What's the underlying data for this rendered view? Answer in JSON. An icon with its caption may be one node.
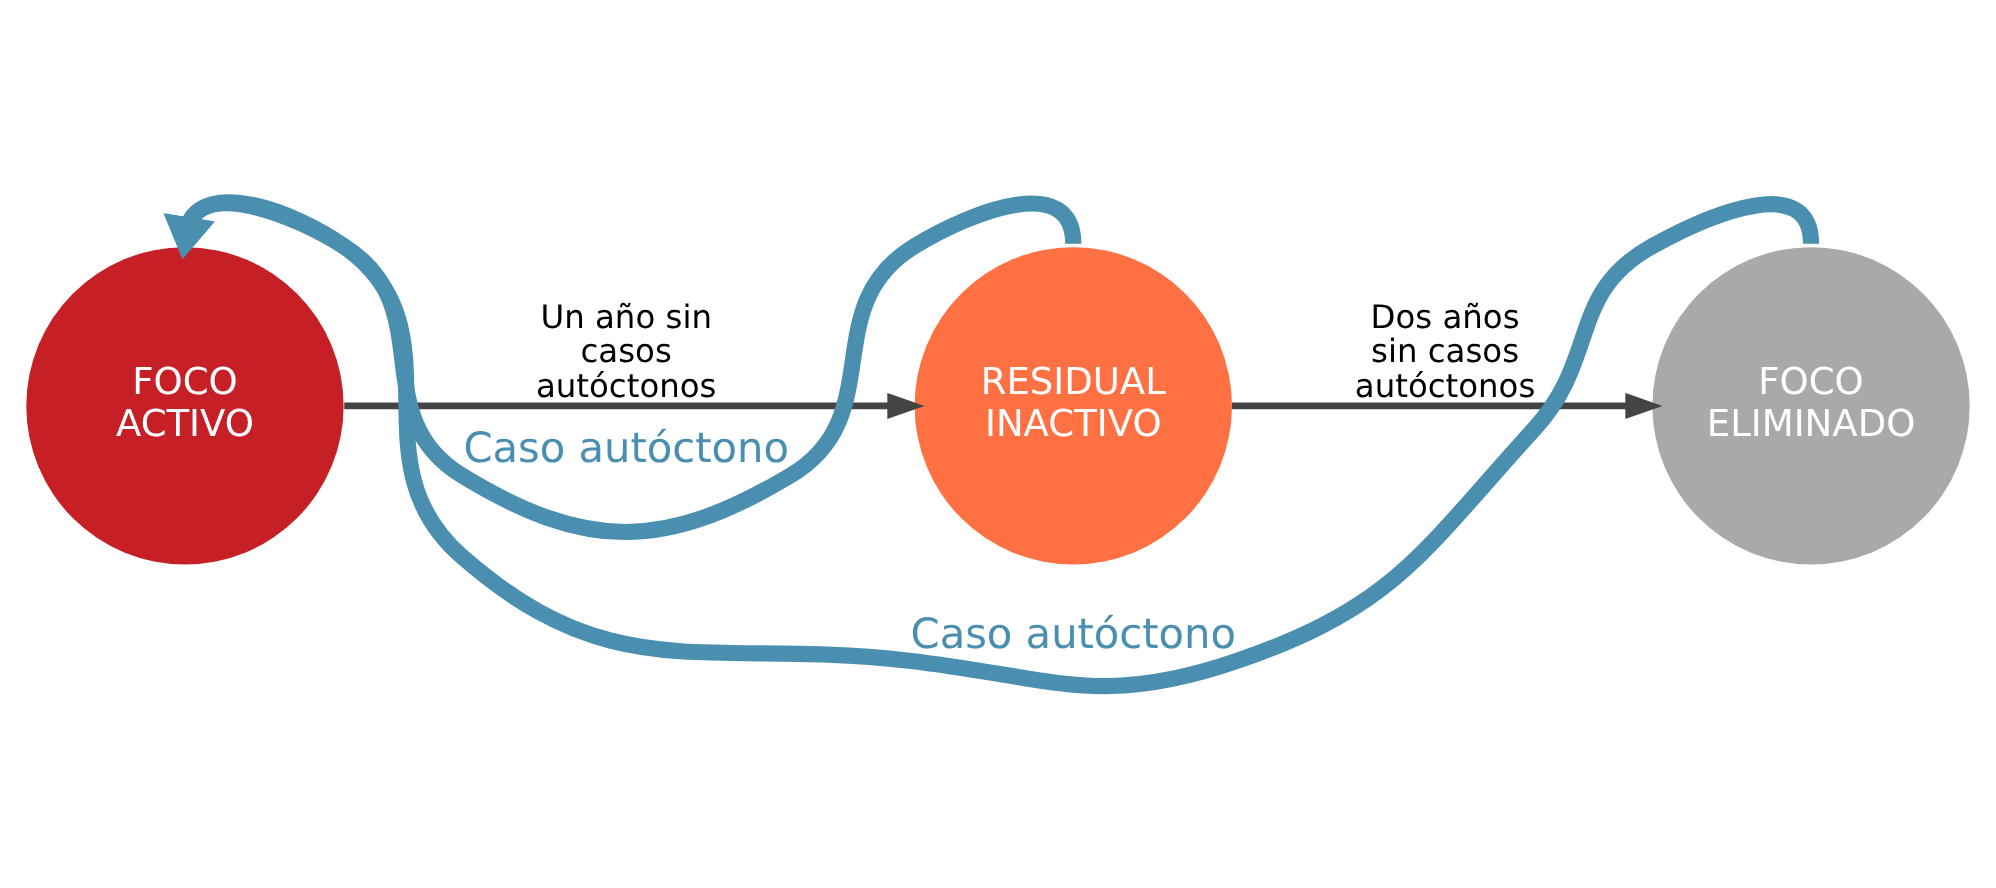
{
  "diagram": {
    "nodes": [
      {
        "text": [
          "FOCO ACTIVO"
        ]
      },
      {
        "text": [
          "RESIDUAL INACTIVO"
        ]
      },
      {
        "text": [
          "FOCO ELIMINADO"
        ]
      }
    ],
    "edges": [
      {
        "from": 0,
        "to": 1,
        "arrow": "to",
        "label": "Un año sin casos autóctonos"
      },
      {
        "from": 1,
        "to": 2,
        "arrow": "to",
        "label": "Dos años sin casos autóctonos"
      },
      {
        "from": 1,
        "to": 0,
        "arrow": "to",
        "label": "Caso autóctono",
        "style": "thick",
        "color": "#4a8fb0"
      },
      {
        "from": 2,
        "to": 0,
        "arrow": "to",
        "label": "Caso autóctono",
        "style": "thick",
        "color": "#4a8fb0"
      }
    ]
  }
}
